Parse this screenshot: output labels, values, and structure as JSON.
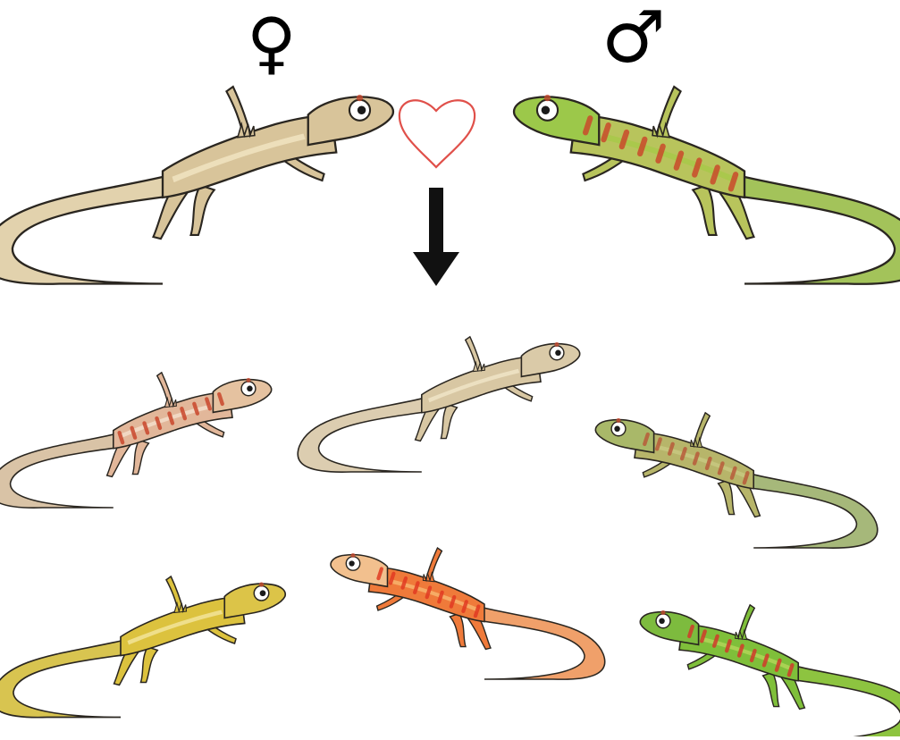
{
  "diagram": {
    "parents": {
      "female": {
        "symbol": "♀",
        "palette": {
          "body": "#d8c49a",
          "stripe": "#efe2bf",
          "pattern": "none",
          "pattern_color": "#d8c49a",
          "head": "#d8c49a",
          "tail": "#e2d2ad"
        }
      },
      "male": {
        "symbol": "♂",
        "palette": {
          "body": "#b8c45c",
          "stripe": "#a9c94a",
          "pattern": "red-bars",
          "pattern_color": "#c94a2a",
          "head": "#9cc84a",
          "tail": "#a3c35a"
        }
      }
    },
    "cross_icon": "heart-outline-icon",
    "arrow_icon": "down-arrow-icon",
    "colors": {
      "heart": "#e0504a",
      "arrow": "#111111",
      "outline": "#2a2620",
      "eye": "#ffffff"
    },
    "offspring": [
      {
        "id": "beige-red-bars",
        "palette": {
          "body": "#e2b79a",
          "stripe": "#f3dcc8",
          "pattern": "red-bars",
          "pattern_color": "#c9472c",
          "head": "#e5c2a0",
          "tail": "#d9c3a6"
        }
      },
      {
        "id": "plain-beige",
        "palette": {
          "body": "#d8c7a3",
          "stripe": "#eee2c4",
          "pattern": "none",
          "pattern_color": "#d8c7a3",
          "head": "#dacaa8",
          "tail": "#dccdb0"
        }
      },
      {
        "id": "green-red-bars-faded",
        "palette": {
          "body": "#b7b56a",
          "stripe": "#c7c77f",
          "pattern": "red-bars",
          "pattern_color": "#b75a3a",
          "head": "#a9b869",
          "tail": "#a6b87a"
        }
      },
      {
        "id": "plain-yellow",
        "palette": {
          "body": "#dcc23e",
          "stripe": "#f1e294",
          "pattern": "none",
          "pattern_color": "#dcc23e",
          "head": "#dcc448",
          "tail": "#d8c450"
        }
      },
      {
        "id": "red-orange-bars",
        "palette": {
          "body": "#ef7a3a",
          "stripe": "#f6b06a",
          "pattern": "red-bars",
          "pattern_color": "#e03a22",
          "head": "#f2c08e",
          "tail": "#f0a06a"
        }
      },
      {
        "id": "green-red-bars-bright",
        "palette": {
          "body": "#7fbf3a",
          "stripe": "#aed457",
          "pattern": "red-bars",
          "pattern_color": "#d0392a",
          "head": "#7dbb3e",
          "tail": "#8dc440"
        }
      }
    ]
  }
}
